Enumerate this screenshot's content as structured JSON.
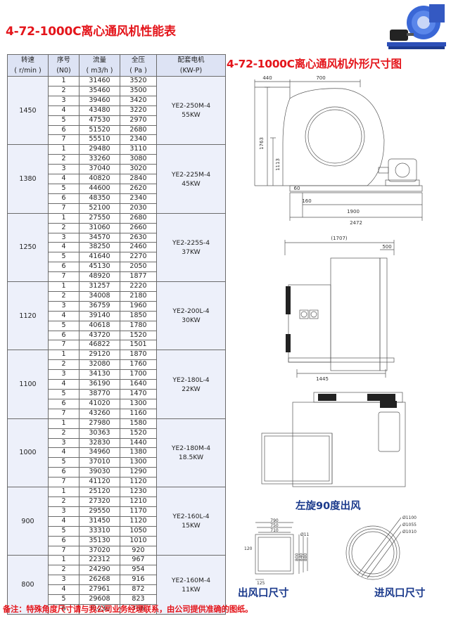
{
  "title": "4-72-1000C离心通风机性能表",
  "dim_title": "4-72-1000C离心通风机外形尺寸图",
  "table": {
    "headers": [
      {
        "line1": "转速",
        "line2": "( r/min )"
      },
      {
        "line1": "序号",
        "line2": "(N0)"
      },
      {
        "line1": "流量",
        "line2": "( m3/h )"
      },
      {
        "line1": "全压",
        "line2": "( Pa )"
      },
      {
        "line1": "配套电机",
        "line2": "(KW-P)"
      }
    ],
    "groups": [
      {
        "speed": "1450",
        "motor_model": "YE2-250M-4",
        "motor_power": "55KW",
        "rows": [
          [
            "1",
            "31460",
            "3520"
          ],
          [
            "2",
            "35460",
            "3500"
          ],
          [
            "3",
            "39460",
            "3420"
          ],
          [
            "4",
            "43480",
            "3220"
          ],
          [
            "5",
            "47530",
            "2970"
          ],
          [
            "6",
            "51520",
            "2680"
          ],
          [
            "7",
            "55510",
            "2340"
          ]
        ]
      },
      {
        "speed": "1380",
        "motor_model": "YE2-225M-4",
        "motor_power": "45KW",
        "rows": [
          [
            "1",
            "29480",
            "3110"
          ],
          [
            "2",
            "33260",
            "3080"
          ],
          [
            "3",
            "37040",
            "3020"
          ],
          [
            "4",
            "40820",
            "2840"
          ],
          [
            "5",
            "44600",
            "2620"
          ],
          [
            "6",
            "48350",
            "2340"
          ],
          [
            "7",
            "52100",
            "2030"
          ]
        ]
      },
      {
        "speed": "1250",
        "motor_model": "YE2-225S-4",
        "motor_power": "37KW",
        "rows": [
          [
            "1",
            "27550",
            "2680"
          ],
          [
            "2",
            "31060",
            "2660"
          ],
          [
            "3",
            "34570",
            "2630"
          ],
          [
            "4",
            "38250",
            "2460"
          ],
          [
            "5",
            "41640",
            "2270"
          ],
          [
            "6",
            "45130",
            "2050"
          ],
          [
            "7",
            "48920",
            "1877"
          ]
        ]
      },
      {
        "speed": "1120",
        "motor_model": "YE2-200L-4",
        "motor_power": "30KW",
        "rows": [
          [
            "1",
            "31257",
            "2220"
          ],
          [
            "2",
            "34008",
            "2180"
          ],
          [
            "3",
            "36759",
            "1960"
          ],
          [
            "4",
            "39140",
            "1850"
          ],
          [
            "5",
            "40618",
            "1780"
          ],
          [
            "6",
            "43720",
            "1520"
          ],
          [
            "7",
            "46822",
            "1501"
          ]
        ]
      },
      {
        "speed": "1100",
        "motor_model": "YE2-180L-4",
        "motor_power": "22KW",
        "rows": [
          [
            "1",
            "29120",
            "1870"
          ],
          [
            "2",
            "32080",
            "1760"
          ],
          [
            "3",
            "34130",
            "1700"
          ],
          [
            "4",
            "36190",
            "1640"
          ],
          [
            "5",
            "38770",
            "1470"
          ],
          [
            "6",
            "41020",
            "1300"
          ],
          [
            "7",
            "43260",
            "1160"
          ]
        ]
      },
      {
        "speed": "1000",
        "motor_model": "YE2-180M-4",
        "motor_power": "18.5KW",
        "rows": [
          [
            "1",
            "27980",
            "1580"
          ],
          [
            "2",
            "30363",
            "1520"
          ],
          [
            "3",
            "32830",
            "1440"
          ],
          [
            "4",
            "34960",
            "1380"
          ],
          [
            "5",
            "37010",
            "1300"
          ],
          [
            "6",
            "39030",
            "1290"
          ],
          [
            "7",
            "41120",
            "1120"
          ]
        ]
      },
      {
        "speed": "900",
        "motor_model": "YE2-160L-4",
        "motor_power": "15KW",
        "rows": [
          [
            "1",
            "25120",
            "1230"
          ],
          [
            "2",
            "27320",
            "1210"
          ],
          [
            "3",
            "29550",
            "1170"
          ],
          [
            "4",
            "31450",
            "1120"
          ],
          [
            "5",
            "33310",
            "1050"
          ],
          [
            "6",
            "35130",
            "1010"
          ],
          [
            "7",
            "37020",
            "920"
          ]
        ]
      },
      {
        "speed": "800",
        "motor_model": "YE2-160M-4",
        "motor_power": "11KW",
        "rows": [
          [
            "1",
            "22312",
            "967"
          ],
          [
            "2",
            "24290",
            "954"
          ],
          [
            "3",
            "26268",
            "916"
          ],
          [
            "4",
            "27961",
            "872"
          ],
          [
            "5",
            "29608",
            "823"
          ],
          [
            "6",
            "31230",
            "766"
          ]
        ]
      }
    ]
  },
  "dims": {
    "side": {
      "top_a": "440",
      "top_b": "700",
      "height_total": "1763",
      "height_axis": "1113",
      "base_60": "60",
      "base_160": "160",
      "base_1900": "1900",
      "overall_len": "2472"
    },
    "front": {
      "width": "(1707)",
      "outlet_w": "500",
      "base_w": "1445"
    },
    "outlet": {
      "w_outer": "790",
      "w_mid": "750",
      "w_inner": "710",
      "hole": "Ø11",
      "offset": "120",
      "h_inner": "800",
      "h_mid": "840",
      "h_outer": "880",
      "pitch": "125"
    },
    "inlet": {
      "d1": "Ø1100",
      "d2": "Ø1055",
      "d3": "Ø1010"
    }
  },
  "labels": {
    "left90": "左旋90度出风",
    "outlet_size": "出风口尺寸",
    "inlet_size": "进风口尺寸"
  },
  "note": "备注：特殊角度尺寸请与我公司业务经理联系，由公司提供准确的图纸。",
  "colors": {
    "accent_red": "#e4151b",
    "label_blue": "#1b3a8c",
    "header_bg": "#dde3f4"
  }
}
